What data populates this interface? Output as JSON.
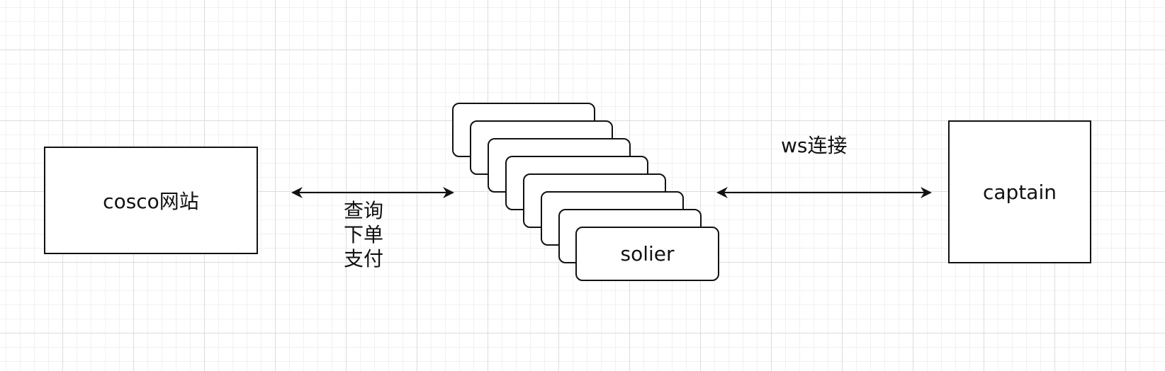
{
  "diagram": {
    "cosco_node_label": "cosco网站",
    "solier_node_label": "solier",
    "captain_node_label": "captain",
    "left_edge_label_lines": [
      "查询",
      "下单",
      "支付"
    ],
    "right_edge_label": "ws连接"
  }
}
